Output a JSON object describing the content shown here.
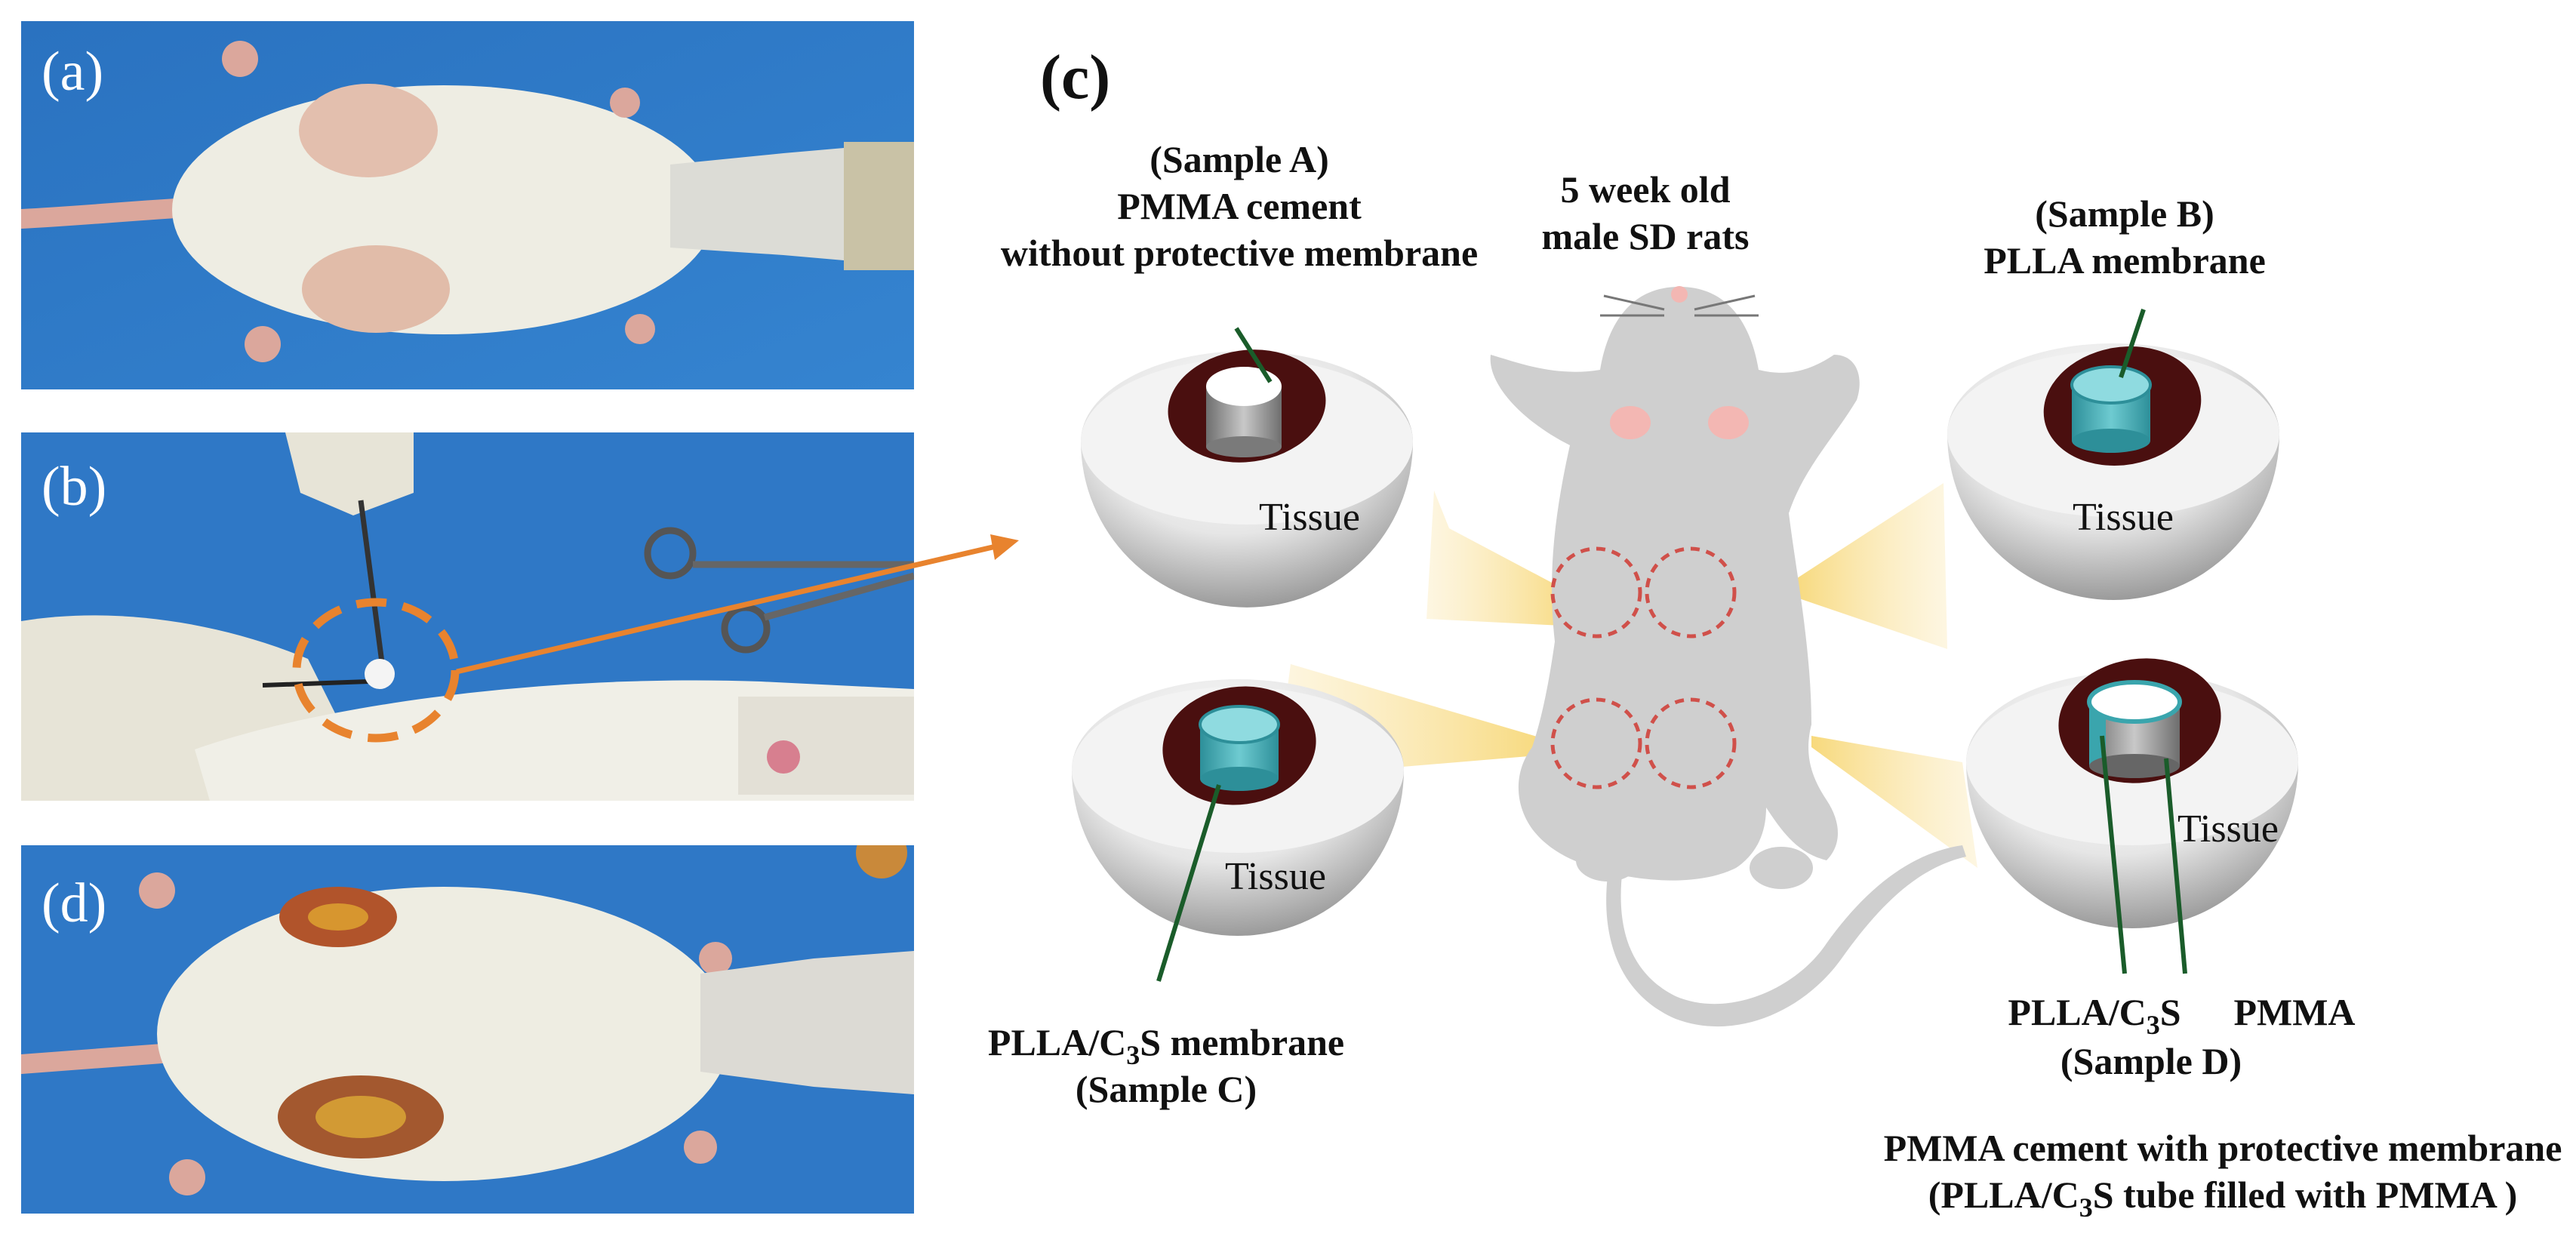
{
  "panels": {
    "a": {
      "label": "(a)"
    },
    "b": {
      "label": "(b)"
    },
    "c": {
      "label": "(c)"
    },
    "d": {
      "label": "(d)"
    }
  },
  "rat": {
    "line1": "5 week old",
    "line2": "male SD rats"
  },
  "sample_a": {
    "line1": "(Sample A)",
    "line2": "PMMA cement",
    "line3": "without protective membrane",
    "tissue": "Tissue"
  },
  "sample_b": {
    "line1": "(Sample B)",
    "line2": "PLLA membrane",
    "tissue": "Tissue"
  },
  "sample_c": {
    "line1_pre": "PLLA/C",
    "line1_sub": "3",
    "line1_post": "S membrane",
    "line2": "(Sample C)",
    "tissue": "Tissue"
  },
  "sample_d": {
    "left_pre": "PLLA/C",
    "left_sub": "3",
    "left_post": "S",
    "right": "PMMA",
    "id": "(Sample D)",
    "caption1": "PMMA cement with protective membrane",
    "caption2_pre": "(PLLA/C",
    "caption2_sub": "3",
    "caption2_post": "S tube filled with PMMA )",
    "tissue": "Tissue"
  },
  "colors": {
    "background_blue": "#2f78c6",
    "fur": "#efeee6",
    "wound": "#4a0f0f",
    "membrane": "#3fa5ad",
    "highlight": "#e8832e",
    "beam": "#f7d775"
  }
}
